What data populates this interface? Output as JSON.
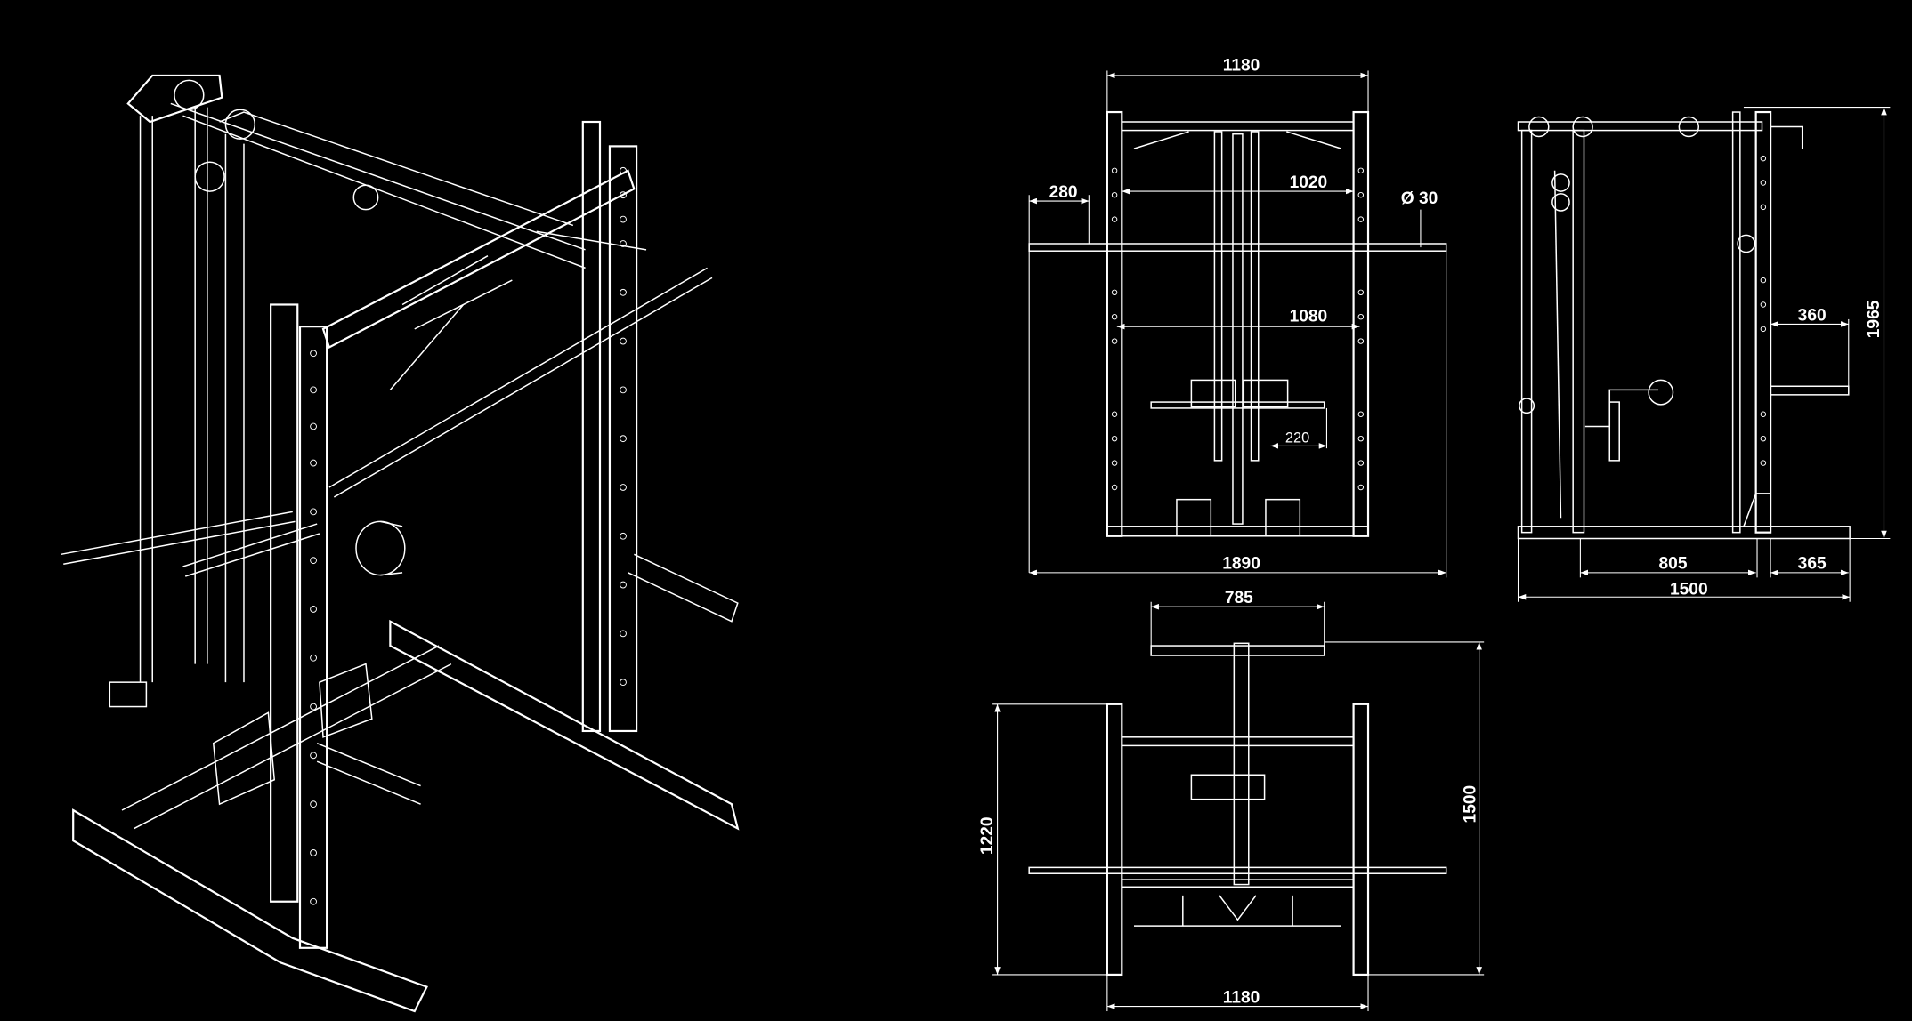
{
  "colors": {
    "background": "#000000",
    "line": "#ffffff"
  },
  "front_view": {
    "dims": {
      "overall_width": "1180",
      "bar_overhang": "280",
      "inner_width_top": "1020",
      "bar_diameter": "Ø 30",
      "inner_width": "1080",
      "pad_offset": "220",
      "bar_length": "1890"
    }
  },
  "side_view": {
    "dims": {
      "height": "1965",
      "safety_arm": "360",
      "base_rear": "805",
      "base_front": "365",
      "depth": "1500"
    }
  },
  "top_view": {
    "dims": {
      "top_bar": "785",
      "frame_depth": "1220",
      "overall_depth": "1500",
      "width": "1180"
    }
  }
}
